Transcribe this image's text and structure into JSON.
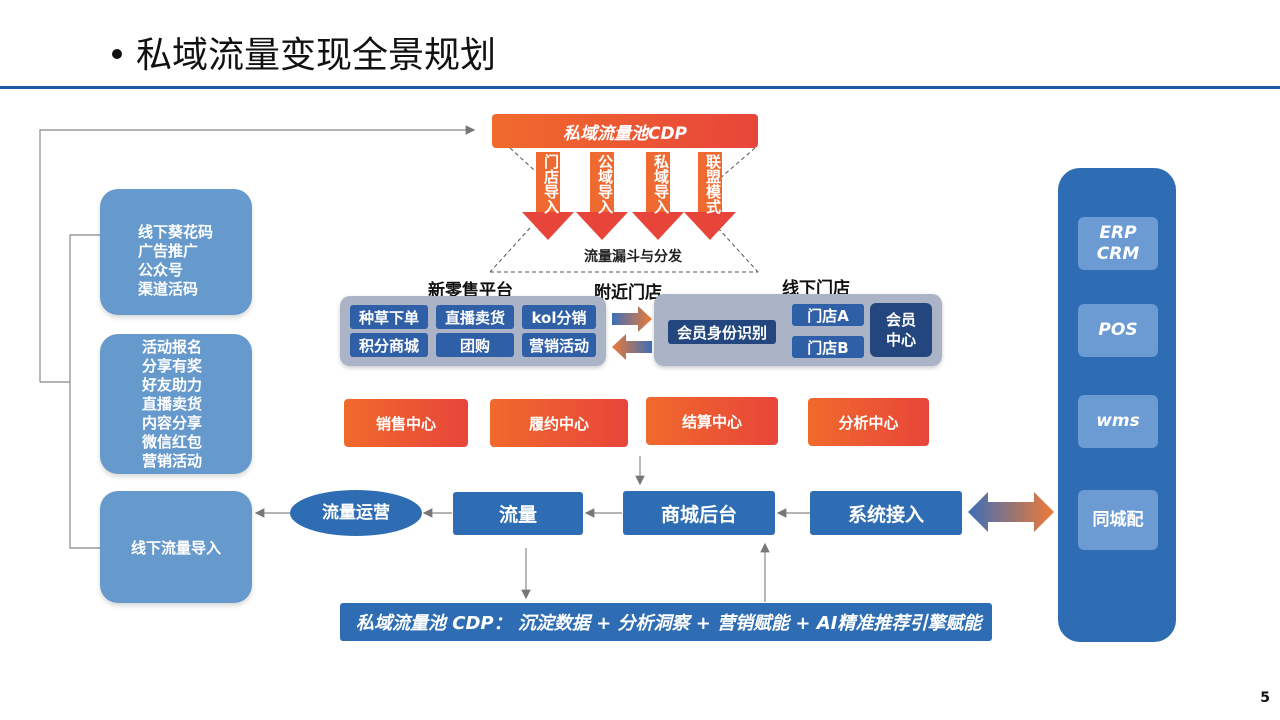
{
  "header": {
    "title": "私域流量变现全景规划",
    "page_number": "5"
  },
  "cdp_top": {
    "label": "私域流量池CDP"
  },
  "import_arrows": [
    "门店导入",
    "公域导入",
    "私域导入",
    "联盟模式"
  ],
  "funnel_label": "流量漏斗与分发",
  "sections": {
    "new_retail": "新零售平台",
    "nearby_store": "附近门店",
    "offline_store": "线下门店"
  },
  "new_retail_chips": [
    "种草下单",
    "直播卖货",
    "kol分销",
    "积分商城",
    "团购",
    "营销活动"
  ],
  "offline_store": {
    "member_id": "会员身份识别",
    "store_a": "门店A",
    "store_b": "门店B",
    "member_center": "会员中心"
  },
  "left_boxes": {
    "offline_codes": [
      "线下葵花码",
      "广告推广",
      "公众号",
      "渠道活码"
    ],
    "activities": [
      "活动报名",
      "分享有奖",
      "好友助力",
      "直播卖货",
      "内容分享",
      "微信红包",
      "营销活动"
    ],
    "offline_import": "线下流量导入"
  },
  "centers": [
    "销售中心",
    "履约中心",
    "结算中心",
    "分析中心"
  ],
  "flow": {
    "traffic_ops": "流量运营",
    "traffic": "流量",
    "mall_backend": "商城后台",
    "system_access": "系统接入"
  },
  "bottom_bar": "私域流量池 CDP： 沉淀数据 + 分析洞察 + 营销赋能 + AI精准推荐引擎赋能",
  "systems": [
    {
      "lines": [
        "ERP",
        "CRM"
      ]
    },
    {
      "lines": [
        "POS"
      ]
    },
    {
      "lines": [
        "wms"
      ]
    },
    {
      "lines": [
        "同城配"
      ]
    }
  ],
  "colors": {
    "orange": "#f06a2c",
    "red": "#e8453a",
    "blue": "#2e6db3",
    "light_blue": "#6699cc",
    "rule": "#1f5aa6"
  }
}
